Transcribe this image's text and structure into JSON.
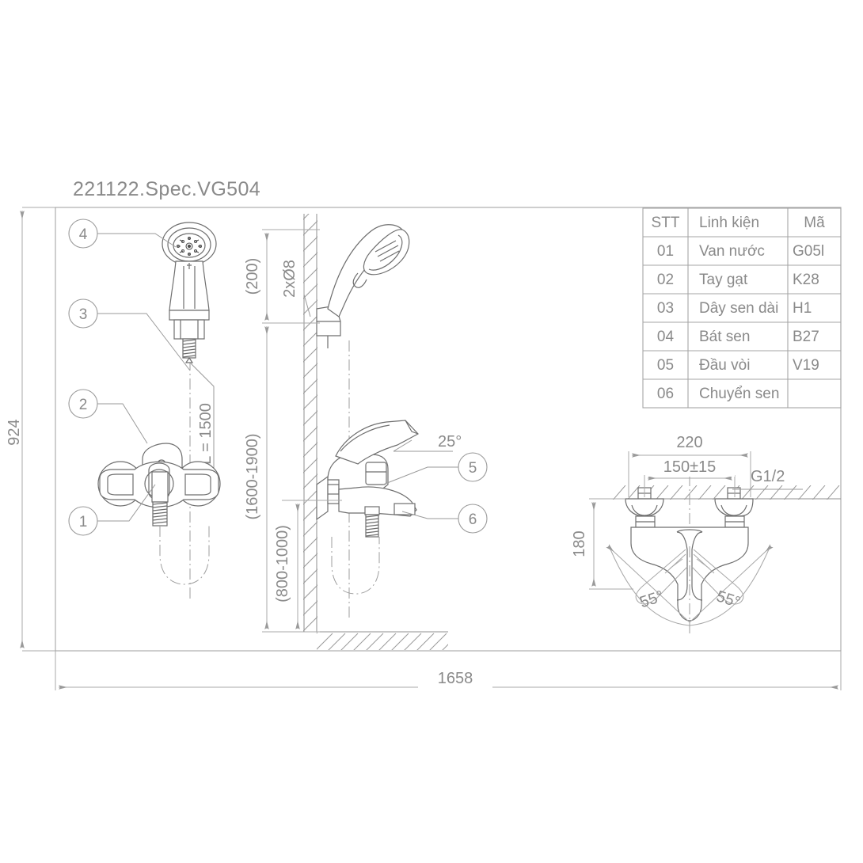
{
  "title": "221122.Spec.VG504",
  "parts_table": {
    "headers": [
      "STT",
      "Linh kiện",
      "Mã"
    ],
    "rows": [
      {
        "stt": "01",
        "part": "Van nước",
        "code": "G05l"
      },
      {
        "stt": "02",
        "part": "Tay gạt",
        "code": "K28"
      },
      {
        "stt": "03",
        "part": "Dây sen dài",
        "code": "H1"
      },
      {
        "stt": "04",
        "part": "Bát sen",
        "code": "B27"
      },
      {
        "stt": "05",
        "part": "Đầu vòi",
        "code": "V19"
      },
      {
        "stt": "06",
        "part": "Chuyển sen",
        "code": ""
      }
    ]
  },
  "callouts": {
    "c1": "1",
    "c2": "2",
    "c3": "3",
    "c4": "4",
    "c5": "5",
    "c6": "6"
  },
  "dimensions": {
    "hose_length": "L = 1500",
    "bracket_offset": "(200)",
    "hole_spec": "2xØ8",
    "bracket_height": "(1600-1900)",
    "spout_height": "(800-1000)",
    "spout_angle": "25°",
    "overall_width": "220",
    "center_distance": "150±15",
    "thread": "G1/2",
    "body_height": "180",
    "swivel_left": "55°",
    "swivel_right": "55°",
    "frame_height": "924",
    "frame_width": "1658"
  },
  "colors": {
    "line": "#8f8f8f",
    "object": "#6e6e6e",
    "text": "#8a8a8a",
    "background": "#ffffff"
  }
}
